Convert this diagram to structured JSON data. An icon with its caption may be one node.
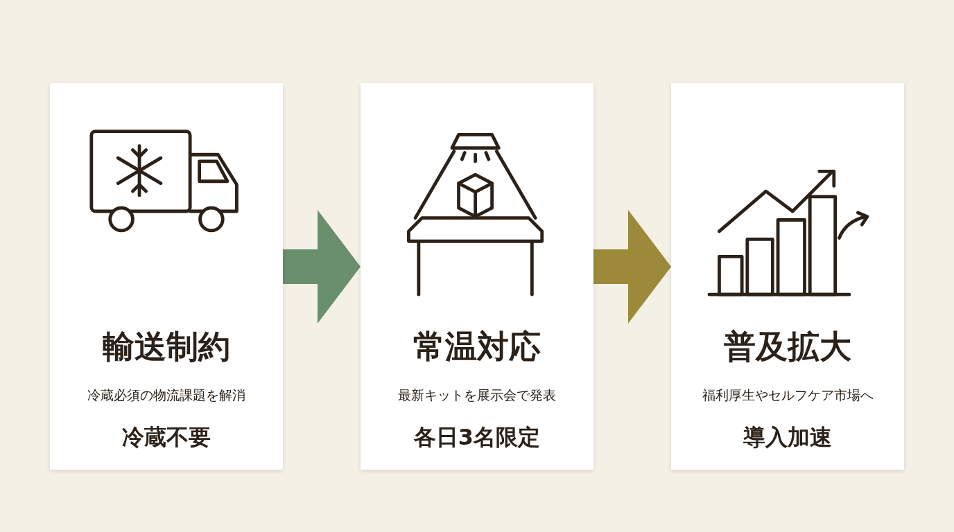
{
  "diagram": {
    "nodes": [
      {
        "text": [
          "輸送制約",
          "冷蔵必須の物流課題を解消",
          "冷蔵不要"
        ]
      },
      {
        "text": [
          "常温対応",
          "最新キットを展示会で発表",
          "各日3名限定"
        ]
      },
      {
        "text": [
          "普及拡大",
          "福利厚生やセルフケア市場へ",
          "導入加速"
        ]
      }
    ],
    "edges": [
      {
        "from": 0,
        "to": 1,
        "arrow": "to",
        "color": "#6a8f6c"
      },
      {
        "from": 1,
        "to": 2,
        "arrow": "to",
        "color": "#9c8a3a"
      }
    ]
  }
}
